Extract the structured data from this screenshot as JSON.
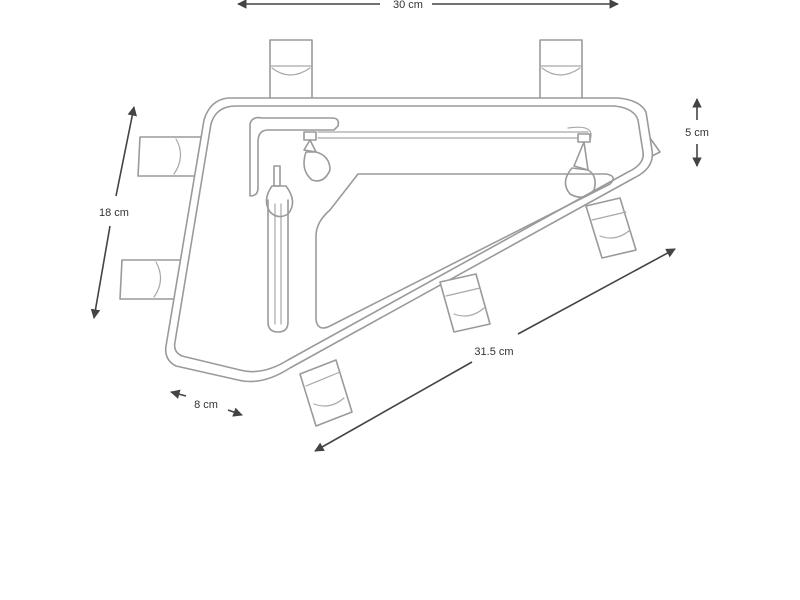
{
  "dimensions": {
    "top_width": "30 cm",
    "front_height": "18 cm",
    "rear_height": "5 cm",
    "bottom_length": "31.5 cm",
    "depth": "8 cm"
  },
  "colors": {
    "outline": "#9a9a9a",
    "dimension": "#444444",
    "background": "#ffffff"
  },
  "icons": {
    "arrowhead": "triangle-arrow"
  }
}
